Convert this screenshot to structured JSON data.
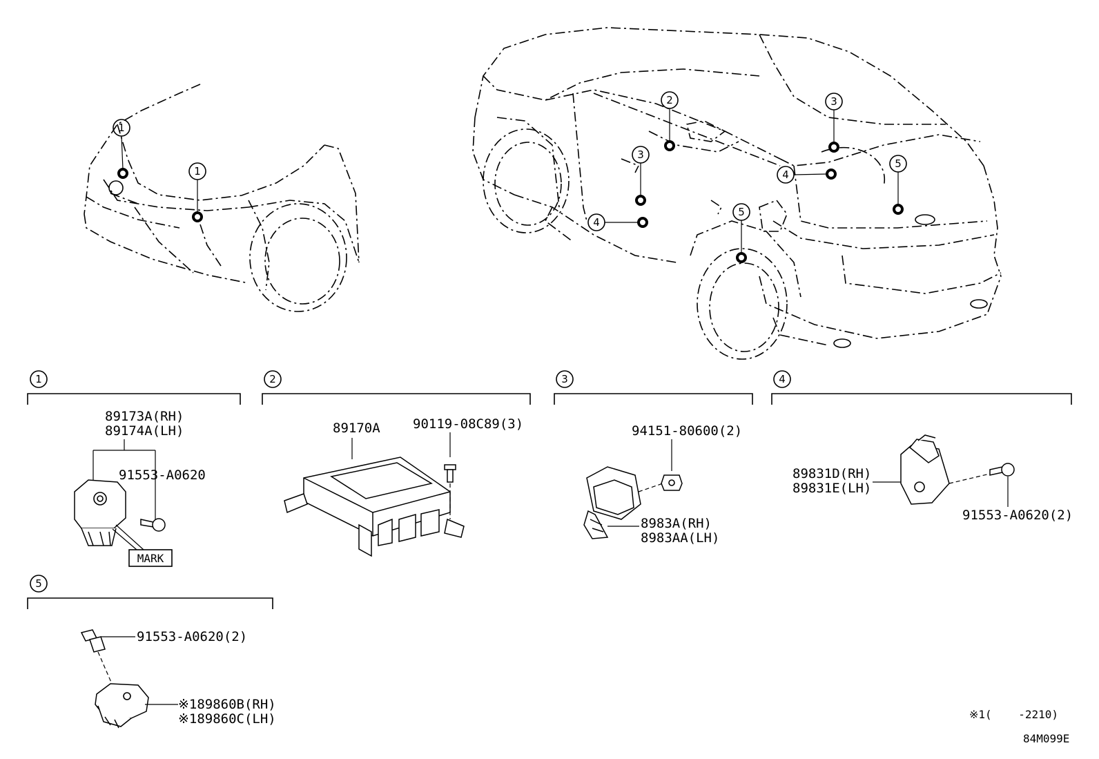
{
  "callouts": {
    "c1": "1",
    "c2": "2",
    "c3": "3",
    "c4": "4",
    "c5": "5"
  },
  "section1": {
    "part_rh": "89173A(RH)",
    "part_lh": "89174A(LH)",
    "bolt": "91553-A0620",
    "mark": "MARK"
  },
  "section2": {
    "ecu": "89170A",
    "bolt": "90119-08C89(3)"
  },
  "section3": {
    "nut": "94151-80600(2)",
    "part_rh": "8983A(RH)",
    "part_lh": "8983AA(LH)"
  },
  "section4": {
    "part_rh": "89831D(RH)",
    "part_lh": "89831E(LH)",
    "bolt": "91553-A0620(2)"
  },
  "section5": {
    "bolt": "91553-A0620(2)",
    "part_rh": "※189860B(RH)",
    "part_lh": "※189860C(LH)"
  },
  "footnote": "※1(    -2210)",
  "diagram_code": "84M099E"
}
